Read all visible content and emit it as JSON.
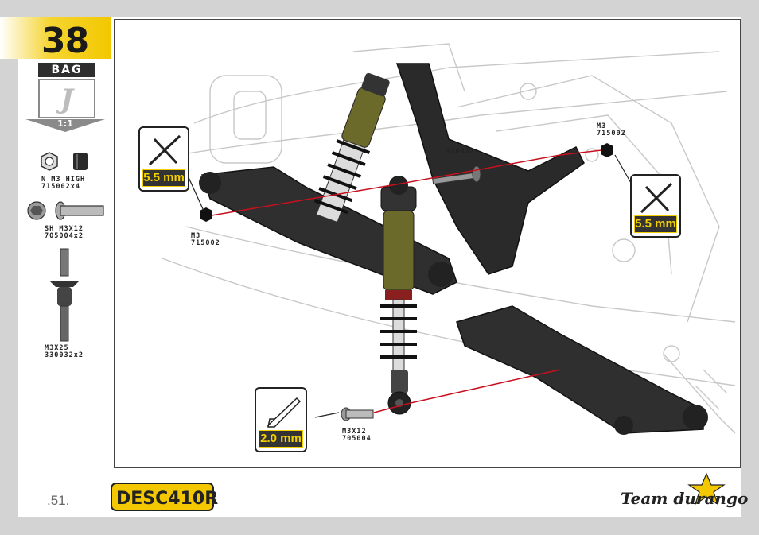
{
  "step": {
    "number": "38"
  },
  "bag": {
    "header": "BAG",
    "letter": "J",
    "scale": "1:1"
  },
  "parts": [
    {
      "line1": "N M3 HIGH",
      "line2": "715002x4",
      "icon": "nut-icon"
    },
    {
      "line1": "SH M3X12",
      "line2": "705004x2",
      "icon": "screw-icon"
    },
    {
      "line1": "M3X25",
      "line2": "330032x2",
      "icon": "shock-screw-icon"
    }
  ],
  "callouts": {
    "left_wrench": "5.5 mm",
    "right_wrench": "5.5 mm",
    "hex_driver": "2.0 mm"
  },
  "diagram_labels": {
    "nut_left": {
      "line1": "M3",
      "line2": "715002"
    },
    "nut_right": {
      "line1": "M3",
      "line2": "715002"
    },
    "shock_screw": "330032",
    "screw_bottom": {
      "line1": "M3X12",
      "line2": "705004"
    }
  },
  "footer": {
    "page_number": ".51.",
    "desc_logo": "DESC410R",
    "brand_logo": "Team durango"
  },
  "colors": {
    "step_tab": "#f3c800",
    "callout_text": "#f3d000",
    "assembly_line": "#c8101e"
  }
}
